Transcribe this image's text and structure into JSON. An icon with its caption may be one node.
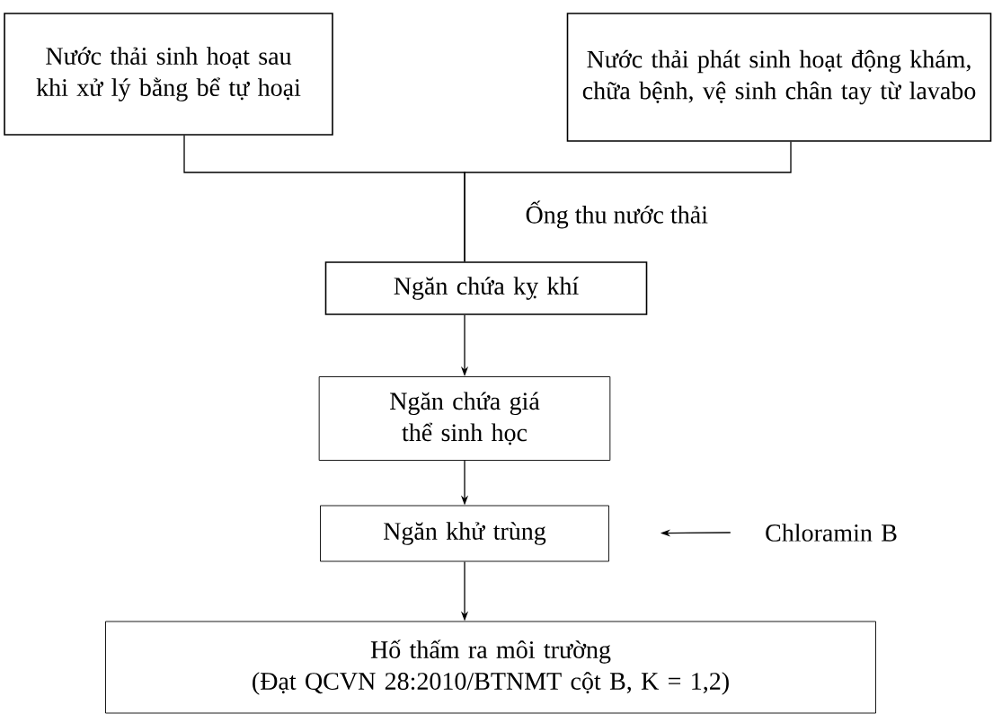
{
  "diagram": {
    "nodes": [
      {
        "text": [
          "Nước thải sinh hoạt sau khi xử lý bằng bể tự hoại"
        ]
      },
      {
        "text": [
          "Nước thải phát sinh hoạt động khám, chữa bệnh, vệ sinh chân tay từ lavabo"
        ]
      },
      {
        "text": [
          "Ngăn chứa kỵ khí"
        ]
      },
      {
        "text": [
          "Ngăn chứa giá thể sinh học"
        ]
      },
      {
        "text": [
          "Ngăn khử trùng"
        ]
      },
      {
        "text": [
          "Chloramin B"
        ]
      },
      {
        "text": [
          "Hố thấm ra môi trường",
          "(Đạt QCVN 28:2010/BTNMT cột B, K = 1,2)"
        ]
      }
    ],
    "edges": [
      {
        "from": 0,
        "to": 2,
        "arrow": "none"
      },
      {
        "from": 1,
        "to": 2,
        "arrow": "none"
      },
      {
        "from": 2,
        "to": 3,
        "arrow": "to"
      },
      {
        "from": 3,
        "to": 4,
        "arrow": "to"
      },
      {
        "from": 5,
        "to": 4,
        "arrow": "to"
      },
      {
        "from": 4,
        "to": 6,
        "arrow": "to"
      }
    ],
    "labels": [
      "Ống thu nước thải"
    ]
  }
}
